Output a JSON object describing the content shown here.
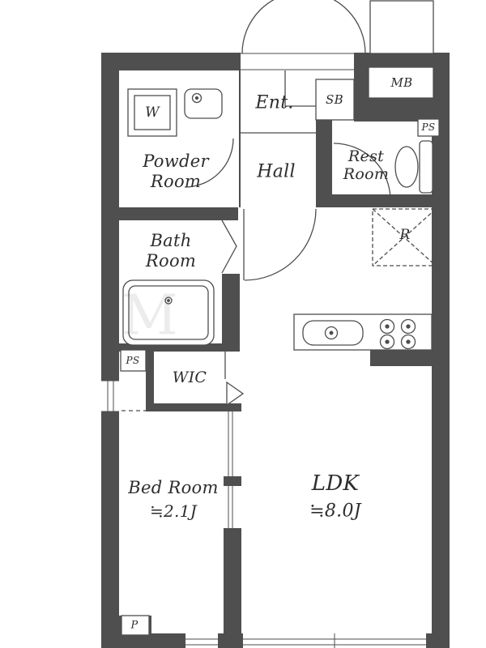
{
  "floorplan": {
    "colors": {
      "wall": "#4f4f4f",
      "line": "#4d4d4d",
      "background": "#ffffff",
      "label": "#2d2d2d"
    },
    "labels": {
      "entrance": "Ent.",
      "shoe_box": "SB",
      "meter_box": "MB",
      "pipe_space_top": "PS",
      "rest_room_line1": "Rest",
      "rest_room_line2": "Room",
      "hall": "Hall",
      "powder_room_line1": "Powder",
      "powder_room_line2": "Room",
      "washer": "W",
      "bath_room_line1": "Bath",
      "bath_room_line2": "Room",
      "refrigerator": "R",
      "pipe_space_left": "PS",
      "walk_in_closet": "WIC",
      "bedroom_name": "Bed Room",
      "bedroom_size": "≒2.1J",
      "ldk_name": "LDK",
      "ldk_size": "≒8.0J",
      "pillar": "P",
      "watermark": "M"
    }
  }
}
